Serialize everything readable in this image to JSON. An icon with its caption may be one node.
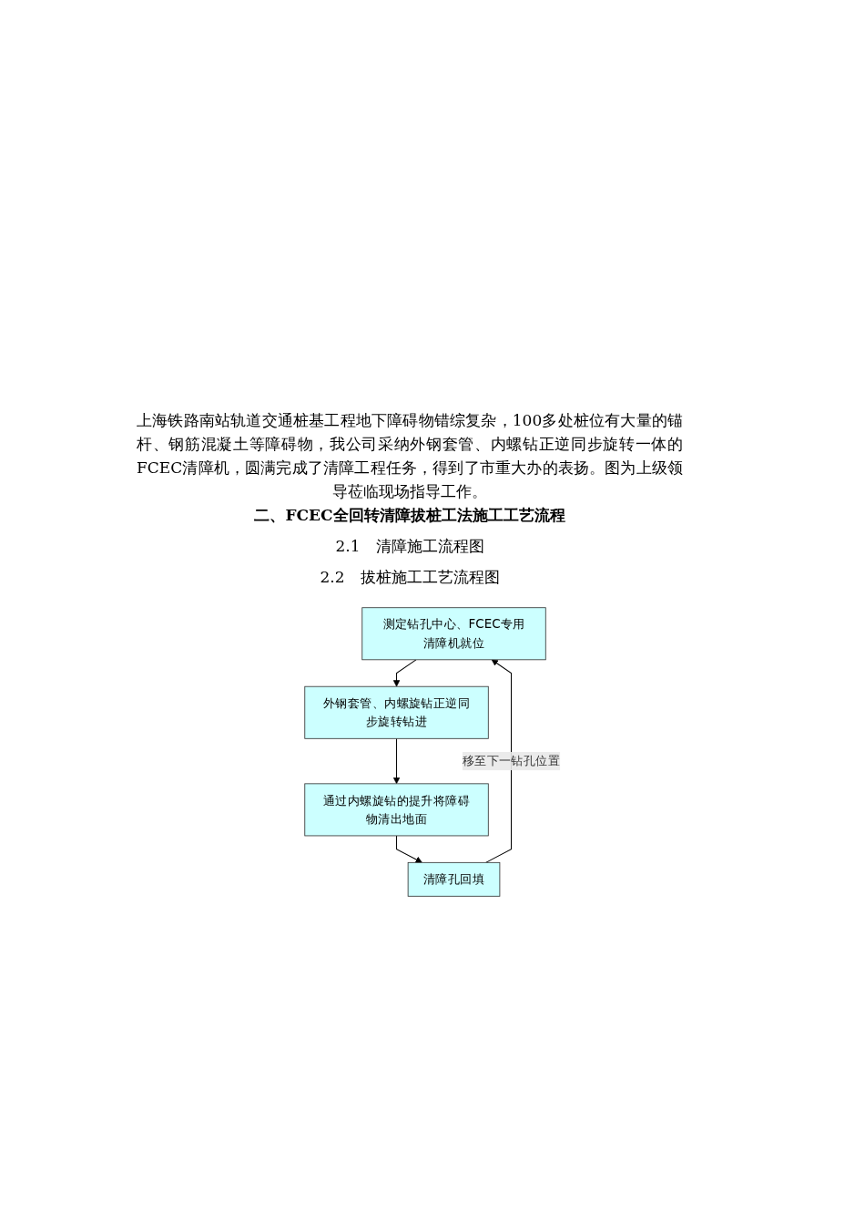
{
  "diagram": {
    "nodes": [
      {
        "text": [
          "测定钻孔中心、FCEC专用清障机就位"
        ]
      },
      {
        "text": [
          "外钢套管、内螺旋钻正逆同步旋转钻进"
        ]
      },
      {
        "text": [
          "通过内螺旋钻的提升将障碍物清出地面"
        ]
      },
      {
        "text": [
          "清障孔回填"
        ]
      }
    ],
    "edges": [
      {
        "from": 0,
        "to": 1,
        "arrow": "to"
      },
      {
        "from": 1,
        "to": 2,
        "arrow": "to"
      },
      {
        "from": 2,
        "to": 3,
        "arrow": "to"
      },
      {
        "from": 3,
        "to": 0,
        "arrow": "to",
        "label": "移至下一钻孔位置"
      }
    ],
    "labels": [
      "上海铁路南站轨道交通桩基工程地下障碍物错综复杂，100多处桩位有大量的锚杆、钢筋混凝土等障碍物，我公司采纳外钢套管、内螺钻正逆同步旋转一体的FCEC清障机，圆满完成了清障工程任务，得到了市重大办的表扬。图为上级领导莅临现场指导工作。",
      "二、FCEC全回转清障拔桩工法施工工艺流程",
      "2.1　清障施工流程图",
      "2.2　拔桩施工工艺流程图"
    ]
  }
}
